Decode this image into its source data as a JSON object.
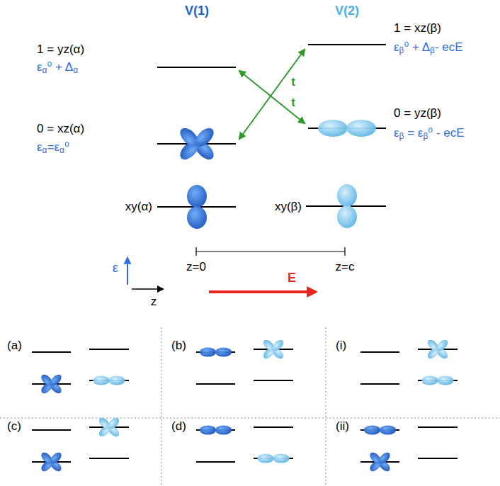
{
  "diagram": {
    "labels": [
      "V(1)",
      "V(2)",
      "1 = yz(α)",
      "εα⁰ + Δα",
      "0 = xz(α)",
      "εα=εα⁰",
      "xy(α)",
      "1 = xz(β)",
      "εβ⁰ + Δβ- ecE",
      "0 = yz(β)",
      "εβ = εβ⁰ - ecE",
      "xy(β)",
      "t",
      "t",
      "ε",
      "z",
      "z=0",
      "z=c",
      "E",
      "(a)",
      "(b)",
      "(i)",
      "(c)",
      "(d)",
      "(ii)"
    ]
  }
}
